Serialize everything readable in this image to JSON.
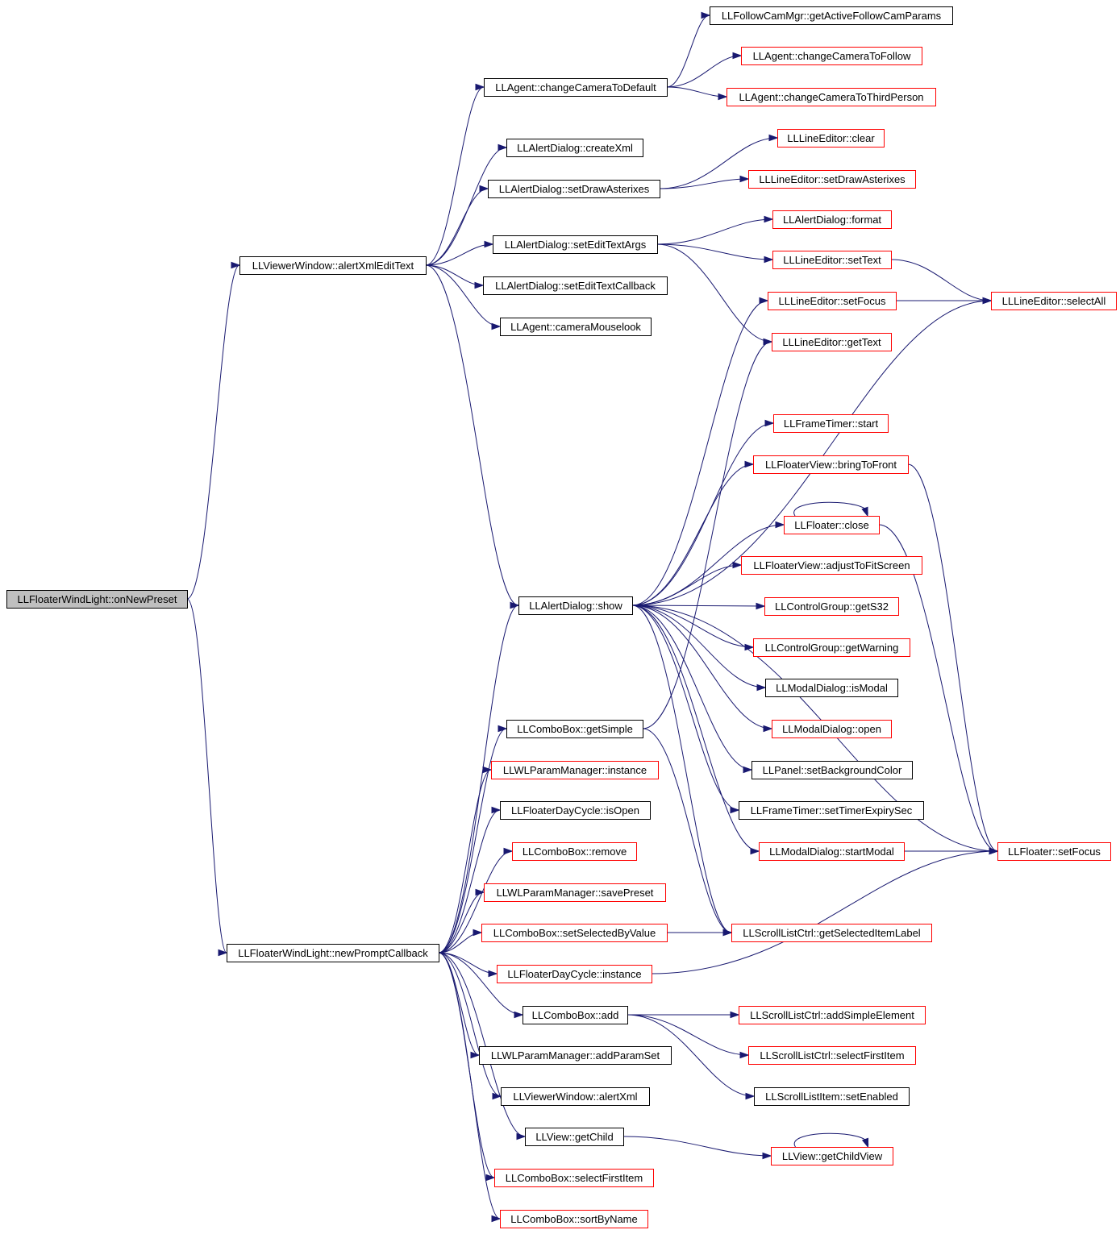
{
  "graph": {
    "colors": {
      "edge": "#191970",
      "root_fill": "#bfbfbf",
      "box_black": "#000000",
      "box_red": "#ff0000",
      "node_fill": "#ffffff"
    },
    "nodes": [
      {
        "id": "root",
        "label": "LLFloaterWindLight::onNewPreset",
        "style": "root"
      },
      {
        "id": "alertXmlEditText",
        "label": "LLViewerWindow::alertXmlEditText",
        "style": "black"
      },
      {
        "id": "newPromptCallback",
        "label": "LLFloaterWindLight::newPromptCallback",
        "style": "black"
      },
      {
        "id": "changeCameraToDefault",
        "label": "LLAgent::changeCameraToDefault",
        "style": "black"
      },
      {
        "id": "createXml",
        "label": "LLAlertDialog::createXml",
        "style": "black"
      },
      {
        "id": "setDrawAsterixes",
        "label": "LLAlertDialog::setDrawAsterixes",
        "style": "black"
      },
      {
        "id": "setEditTextArgs",
        "label": "LLAlertDialog::setEditTextArgs",
        "style": "black"
      },
      {
        "id": "setEditTextCallback",
        "label": "LLAlertDialog::setEditTextCallback",
        "style": "black"
      },
      {
        "id": "cameraMouselook",
        "label": "LLAgent::cameraMouselook",
        "style": "black"
      },
      {
        "id": "alertShow",
        "label": "LLAlertDialog::show",
        "style": "black"
      },
      {
        "id": "getActiveFollowCamParams",
        "label": "LLFollowCamMgr::getActiveFollowCamParams",
        "style": "black"
      },
      {
        "id": "changeCameraToFollow",
        "label": "LLAgent::changeCameraToFollow",
        "style": "red"
      },
      {
        "id": "changeCameraToThirdPerson",
        "label": "LLAgent::changeCameraToThirdPerson",
        "style": "red"
      },
      {
        "id": "lineClear",
        "label": "LLLineEditor::clear",
        "style": "red"
      },
      {
        "id": "lineSetDrawAsterixes",
        "label": "LLLineEditor::setDrawAsterixes",
        "style": "red"
      },
      {
        "id": "alertFormat",
        "label": "LLAlertDialog::format",
        "style": "red"
      },
      {
        "id": "lineSetText",
        "label": "LLLineEditor::setText",
        "style": "red"
      },
      {
        "id": "lineSetFocus",
        "label": "LLLineEditor::setFocus",
        "style": "red"
      },
      {
        "id": "lineSelectAll",
        "label": "LLLineEditor::selectAll",
        "style": "red"
      },
      {
        "id": "lineGetText",
        "label": "LLLineEditor::getText",
        "style": "red"
      },
      {
        "id": "frameTimerStart",
        "label": "LLFrameTimer::start",
        "style": "red"
      },
      {
        "id": "bringToFront",
        "label": "LLFloaterView::bringToFront",
        "style": "red"
      },
      {
        "id": "floaterClose",
        "label": "LLFloater::close",
        "style": "red"
      },
      {
        "id": "adjustToFitScreen",
        "label": "LLFloaterView::adjustToFitScreen",
        "style": "red"
      },
      {
        "id": "getS32",
        "label": "LLControlGroup::getS32",
        "style": "red"
      },
      {
        "id": "getWarning",
        "label": "LLControlGroup::getWarning",
        "style": "red"
      },
      {
        "id": "isModal",
        "label": "LLModalDialog::isModal",
        "style": "black"
      },
      {
        "id": "modalOpen",
        "label": "LLModalDialog::open",
        "style": "red"
      },
      {
        "id": "setBackgroundColor",
        "label": "LLPanel::setBackgroundColor",
        "style": "black"
      },
      {
        "id": "setTimerExpirySec",
        "label": "LLFrameTimer::setTimerExpirySec",
        "style": "black"
      },
      {
        "id": "startModal",
        "label": "LLModalDialog::startModal",
        "style": "red"
      },
      {
        "id": "floaterSetFocus",
        "label": "LLFloater::setFocus",
        "style": "red"
      },
      {
        "id": "getSelectedItemLabel",
        "label": "LLScrollListCtrl::getSelectedItemLabel",
        "style": "red"
      },
      {
        "id": "comboGetSimple",
        "label": "LLComboBox::getSimple",
        "style": "black"
      },
      {
        "id": "wlInstance",
        "label": "LLWLParamManager::instance",
        "style": "red"
      },
      {
        "id": "dayCycleIsOpen",
        "label": "LLFloaterDayCycle::isOpen",
        "style": "black"
      },
      {
        "id": "comboRemove",
        "label": "LLComboBox::remove",
        "style": "red"
      },
      {
        "id": "savePreset",
        "label": "LLWLParamManager::savePreset",
        "style": "red"
      },
      {
        "id": "comboSetSelectedByValue",
        "label": "LLComboBox::setSelectedByValue",
        "style": "red"
      },
      {
        "id": "dayCycleInstance",
        "label": "LLFloaterDayCycle::instance",
        "style": "red"
      },
      {
        "id": "comboAdd",
        "label": "LLComboBox::add",
        "style": "black"
      },
      {
        "id": "addParamSet",
        "label": "LLWLParamManager::addParamSet",
        "style": "black"
      },
      {
        "id": "alertXml",
        "label": "LLViewerWindow::alertXml",
        "style": "black"
      },
      {
        "id": "viewGetChild",
        "label": "LLView::getChild",
        "style": "black"
      },
      {
        "id": "comboSelectFirstItem",
        "label": "LLComboBox::selectFirstItem",
        "style": "red"
      },
      {
        "id": "comboSortByName",
        "label": "LLComboBox::sortByName",
        "style": "red"
      },
      {
        "id": "addSimpleElement",
        "label": "LLScrollListCtrl::addSimpleElement",
        "style": "red"
      },
      {
        "id": "scrollSelectFirstItem",
        "label": "LLScrollListCtrl::selectFirstItem",
        "style": "red"
      },
      {
        "id": "scrollItemSetEnabled",
        "label": "LLScrollListItem::setEnabled",
        "style": "black"
      },
      {
        "id": "getChildView",
        "label": "LLView::getChildView",
        "style": "red"
      }
    ],
    "edges": [
      [
        "root",
        "alertXmlEditText"
      ],
      [
        "root",
        "newPromptCallback"
      ],
      [
        "alertXmlEditText",
        "changeCameraToDefault"
      ],
      [
        "alertXmlEditText",
        "createXml"
      ],
      [
        "alertXmlEditText",
        "setDrawAsterixes"
      ],
      [
        "alertXmlEditText",
        "setEditTextArgs"
      ],
      [
        "alertXmlEditText",
        "setEditTextCallback"
      ],
      [
        "alertXmlEditText",
        "cameraMouselook"
      ],
      [
        "alertXmlEditText",
        "alertShow"
      ],
      [
        "changeCameraToDefault",
        "getActiveFollowCamParams"
      ],
      [
        "changeCameraToDefault",
        "changeCameraToFollow"
      ],
      [
        "changeCameraToDefault",
        "changeCameraToThirdPerson"
      ],
      [
        "setDrawAsterixes",
        "lineClear"
      ],
      [
        "setDrawAsterixes",
        "lineSetDrawAsterixes"
      ],
      [
        "setEditTextArgs",
        "alertFormat"
      ],
      [
        "setEditTextArgs",
        "lineSetText"
      ],
      [
        "setEditTextArgs",
        "lineGetText"
      ],
      [
        "lineSetText",
        "lineSelectAll"
      ],
      [
        "lineSetFocus",
        "lineSelectAll"
      ],
      [
        "alertShow",
        "lineSetFocus"
      ],
      [
        "alertShow",
        "lineSelectAll"
      ],
      [
        "alertShow",
        "frameTimerStart"
      ],
      [
        "alertShow",
        "bringToFront"
      ],
      [
        "alertShow",
        "floaterClose"
      ],
      [
        "alertShow",
        "adjustToFitScreen"
      ],
      [
        "alertShow",
        "getS32"
      ],
      [
        "alertShow",
        "getWarning"
      ],
      [
        "alertShow",
        "isModal"
      ],
      [
        "alertShow",
        "modalOpen"
      ],
      [
        "alertShow",
        "setBackgroundColor"
      ],
      [
        "alertShow",
        "setTimerExpirySec"
      ],
      [
        "alertShow",
        "startModal"
      ],
      [
        "alertShow",
        "floaterSetFocus"
      ],
      [
        "alertShow",
        "getSelectedItemLabel"
      ],
      [
        "floaterClose",
        "floaterClose"
      ],
      [
        "floaterClose",
        "floaterSetFocus"
      ],
      [
        "bringToFront",
        "floaterSetFocus"
      ],
      [
        "startModal",
        "floaterSetFocus"
      ],
      [
        "newPromptCallback",
        "comboGetSimple"
      ],
      [
        "newPromptCallback",
        "wlInstance"
      ],
      [
        "newPromptCallback",
        "dayCycleIsOpen"
      ],
      [
        "newPromptCallback",
        "comboRemove"
      ],
      [
        "newPromptCallback",
        "savePreset"
      ],
      [
        "newPromptCallback",
        "comboSetSelectedByValue"
      ],
      [
        "newPromptCallback",
        "dayCycleInstance"
      ],
      [
        "newPromptCallback",
        "comboAdd"
      ],
      [
        "newPromptCallback",
        "addParamSet"
      ],
      [
        "newPromptCallback",
        "alertXml"
      ],
      [
        "newPromptCallback",
        "viewGetChild"
      ],
      [
        "newPromptCallback",
        "comboSelectFirstItem"
      ],
      [
        "newPromptCallback",
        "comboSortByName"
      ],
      [
        "newPromptCallback",
        "alertShow"
      ],
      [
        "comboGetSimple",
        "lineGetText"
      ],
      [
        "comboGetSimple",
        "getSelectedItemLabel"
      ],
      [
        "comboSetSelectedByValue",
        "getSelectedItemLabel"
      ],
      [
        "dayCycleInstance",
        "floaterSetFocus"
      ],
      [
        "comboAdd",
        "addSimpleElement"
      ],
      [
        "comboAdd",
        "scrollSelectFirstItem"
      ],
      [
        "comboAdd",
        "scrollItemSetEnabled"
      ],
      [
        "viewGetChild",
        "getChildView"
      ],
      [
        "getChildView",
        "getChildView"
      ]
    ]
  }
}
